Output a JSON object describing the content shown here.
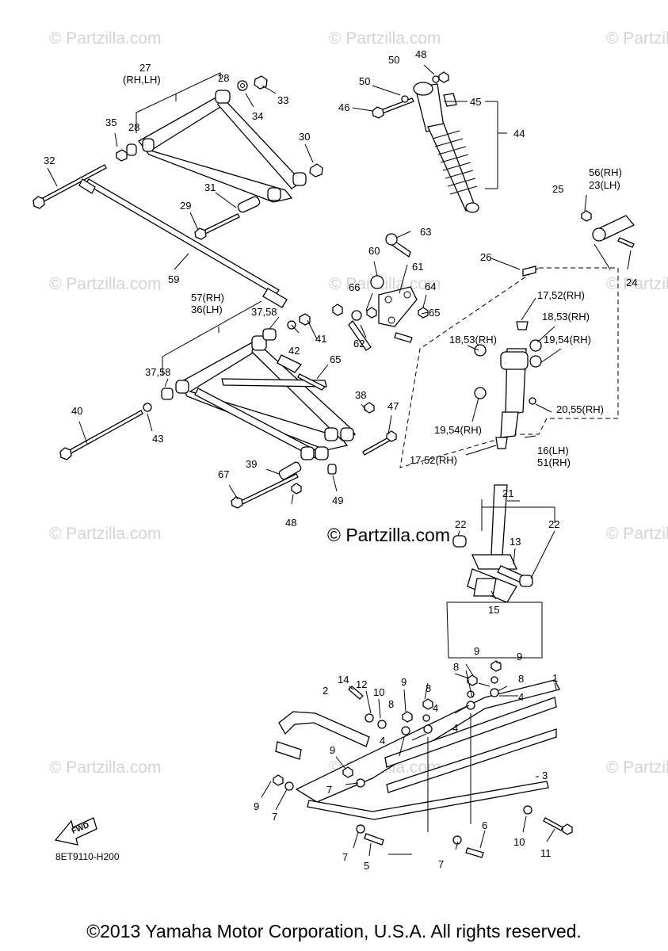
{
  "diagram_code": "8ET9110-H200",
  "brand_watermark": "© Partzilla.com",
  "watermark_text": "© Partzilla.com",
  "fwd_label": "FWD",
  "copyright": "©2013 Yamaha Motor Corporation, U.S.A. All rights reserved.",
  "callouts": {
    "c27": "27",
    "c27b": "(RH,LH)",
    "c28a": "28",
    "c28b": "28",
    "c33": "33",
    "c34": "34",
    "c35": "35",
    "c32": "32",
    "c30": "30",
    "c31": "31",
    "c29": "29",
    "c59": "59",
    "c48a": "48",
    "c50a": "50",
    "c50b": "50",
    "c46": "46",
    "c45": "45",
    "c44": "44",
    "c63": "63",
    "c60": "60",
    "c61": "61",
    "c64": "64",
    "c66": "66",
    "c65a": "65",
    "c65b": "65",
    "c62": "62",
    "c57": "57(RH)",
    "c36": "36(LH)",
    "c3758a": "37,58",
    "c42": "42",
    "c41": "41",
    "c3758b": "37,58",
    "c38": "38",
    "c47": "47",
    "c40": "40",
    "c43": "43",
    "c39": "39",
    "c67": "67",
    "c48b": "48",
    "c49": "49",
    "c56": "56(RH)",
    "c23": "23(LH)",
    "c25": "25",
    "c24": "24",
    "c26": "26",
    "c1752a": "17,52(RH)",
    "c1853a": "18,53(RH)",
    "c1853b": "18,53(RH)",
    "c1954a": "19,54(RH)",
    "c2055": "20,55(RH)",
    "c1954b": "19,54(RH)",
    "c1752b": "17,52(RH)",
    "c16": "16(LH)",
    "c51": "51(RH)",
    "c21": "21",
    "c22a": "22",
    "c22b": "22",
    "c13": "13",
    "c15": "15",
    "c14": "14",
    "c12": "12",
    "c10a": "10",
    "c9a": "9",
    "c8a": "8",
    "c2": "2",
    "c4a": "4",
    "c4b": "4",
    "c4c": "4",
    "c8b": "8",
    "c9b": "9",
    "c8c": "8",
    "c9c": "9",
    "c9d": "9",
    "c8d": "8",
    "c4d": "4",
    "c1": "1",
    "c9e": "9",
    "c7a": "7",
    "c9f": "9",
    "c7b": "7",
    "c3": "3",
    "c10b": "10",
    "c11": "11",
    "c6": "6",
    "c7c": "7",
    "c5": "5",
    "c7d": "7"
  }
}
